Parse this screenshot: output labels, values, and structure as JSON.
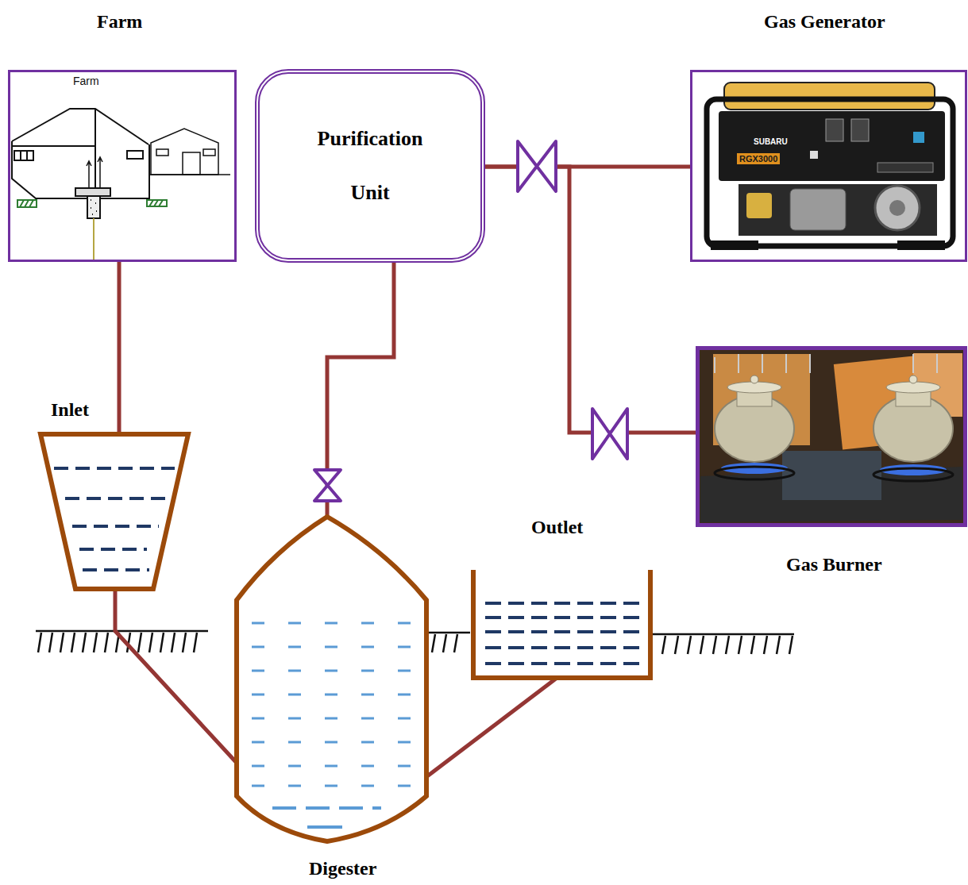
{
  "diagram": {
    "nodes": [
      {
        "text": [
          "Farm",
          "Farm"
        ]
      },
      {
        "text": [
          "Purification Unit"
        ]
      },
      {
        "text": [
          "Gas Generator"
        ]
      },
      {
        "text": [
          "Inlet"
        ]
      },
      {
        "text": [
          "Gas Burner"
        ]
      },
      {
        "text": [
          "Outlet"
        ]
      },
      {
        "text": [
          "Digester"
        ]
      }
    ],
    "edges": [
      {
        "from": 0,
        "to": 3,
        "arrow": "none"
      },
      {
        "from": 3,
        "to": 6,
        "arrow": "none"
      },
      {
        "from": 6,
        "to": 5,
        "arrow": "none"
      },
      {
        "from": 6,
        "to": 1,
        "arrow": "none"
      },
      {
        "from": 1,
        "to": 2,
        "arrow": "none"
      },
      {
        "from": 1,
        "to": 4,
        "arrow": "none"
      }
    ],
    "labels": [
      "SUBARU",
      "RGX3000"
    ]
  }
}
